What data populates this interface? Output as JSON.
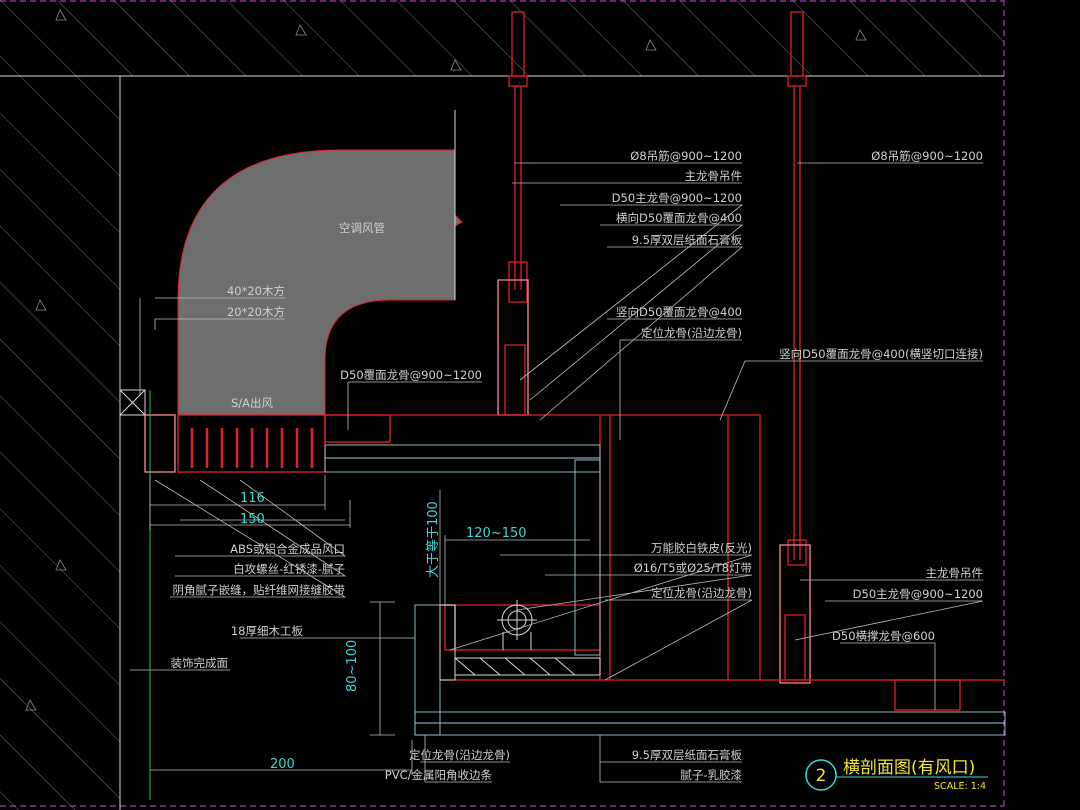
{
  "drawing": {
    "duct_label": "空调风管",
    "supply_outlet_label": "S/A出风",
    "labels_top": {
      "rod_left": "Ø8吊筋@900~1200",
      "rod_right": "Ø8吊筋@900~1200",
      "main_hanger": "主龙骨吊件",
      "main_keel": "D50主龙骨@900~1200",
      "cross_keel": "横向D50覆面龙骨@400",
      "gypsum_board": "9.5厚双层纸面石膏板",
      "vertical_keel": "竖向D50覆面龙骨@400",
      "edge_keel": "定位龙骨(沿边龙骨)",
      "vertical_keel_joint": "竖向D50覆面龙骨@400(横竖切口连接)",
      "wood_40x20": "40*20木方",
      "wood_20x20": "20*20木方",
      "cover_keel": "D50覆面龙骨@900~1200"
    },
    "labels_mid": {
      "vent": "ABS或铝合金成品风口",
      "screw": "白攻螺丝-红锈漆-腻子",
      "corner_tape": "阴角腻子嵌缝，贴纤维网接缝胶带",
      "tin_sheet": "万能胶白铁皮(反光)",
      "light_strip": "Ø16/T5或Ø25/T8灯带",
      "edge_keel_2": "定位龙骨(沿边龙骨)",
      "blockboard": "18厚细木工板",
      "finish_surface": "装饰完成面"
    },
    "labels_bottom": {
      "edge_keel_3": "定位龙骨(沿边龙骨)",
      "corner_strip": "PVC/金属阳角收边条",
      "gypsum_board_2": "9.5厚双层纸面石膏板",
      "paint": "腻子-乳胶漆",
      "main_hanger_2": "主龙骨吊件",
      "main_keel_2": "D50主龙骨@900~1200",
      "brace_keel": "D50横撑龙骨@600"
    },
    "dimensions": {
      "d116": "116",
      "d150": "150",
      "d120_150": "120~150",
      "d_ge100": "大于等于100",
      "d80_100": "80~100",
      "d200": "200"
    },
    "title": {
      "number": "2",
      "name": "横剖面图(有风口)",
      "scale": "SCALE: 1:4"
    },
    "colors": {
      "red": "#e0202a",
      "cyan": "#3fd7d7",
      "yellow": "#f2e52a",
      "magenta": "#b03ab8",
      "duct": "#6e6e6e"
    }
  }
}
